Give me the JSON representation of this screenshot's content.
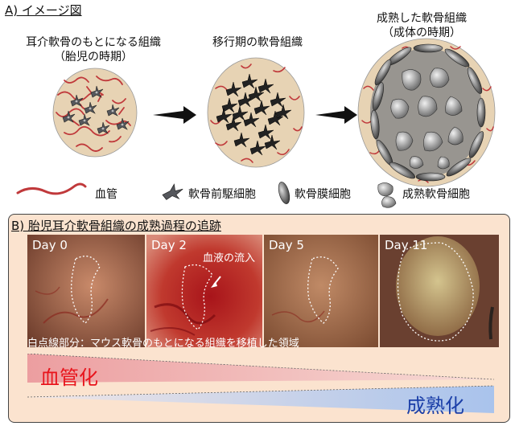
{
  "section_a": {
    "title": "A) イメージ図",
    "stages": [
      {
        "title": "耳介軟骨のもとになる組織",
        "subtitle": "（胎児の時期）"
      },
      {
        "title": "移行期の軟骨組織",
        "subtitle": ""
      },
      {
        "title": "成熟した軟骨組織",
        "subtitle": "（成体の時期）"
      }
    ],
    "legend": [
      {
        "icon": "blood-vessel-icon",
        "label": "血管"
      },
      {
        "icon": "chondroprogenitor-icon",
        "label": "軟骨前駆細胞"
      },
      {
        "icon": "perichondrial-cell-icon",
        "label": "軟骨膜細胞"
      },
      {
        "icon": "mature-chondrocyte-icon",
        "label": "成熟軟骨細胞"
      }
    ]
  },
  "section_b": {
    "title": "B) 胎児耳介軟骨組織の成熟過程の追跡",
    "panels": [
      {
        "day": "Day 0"
      },
      {
        "day": "Day 2",
        "annotation": "血液の流入"
      },
      {
        "day": "Day 5"
      },
      {
        "day": "Day 11"
      }
    ],
    "caption": "白点線部分：マウス軟骨のもとになる組織を移植した領域",
    "gradient_labels": {
      "vascularization": "血管化",
      "maturation": "成熟化"
    }
  },
  "colors": {
    "vessel": "#c0393b",
    "tissue": "#e7d3b4",
    "panel_bg": "#fbe3cf",
    "vascularization_text": "#e8141c",
    "maturation_text": "#1b3fa8"
  }
}
